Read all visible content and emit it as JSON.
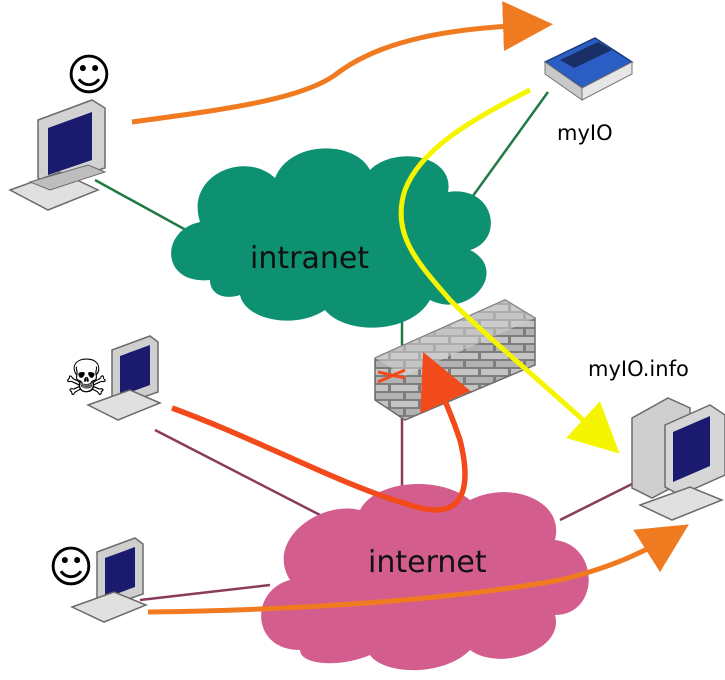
{
  "labels": {
    "intranet": "intranet",
    "internet": "internet",
    "myio": "myIO",
    "myio_info": "myIO.info"
  },
  "symbols": {
    "smiley": "☺",
    "skull": "☠"
  },
  "colors": {
    "intranet_cloud": "#0e9170",
    "internet_cloud": "#d35e8d",
    "intranet_link": "#1f7a45",
    "internet_link": "#8a3b5c",
    "legit_flow": "#f07a1f",
    "attack_flow": "#f24a1a",
    "secure_tunnel": "#f5f500",
    "firewall": "#a0a0a0"
  }
}
